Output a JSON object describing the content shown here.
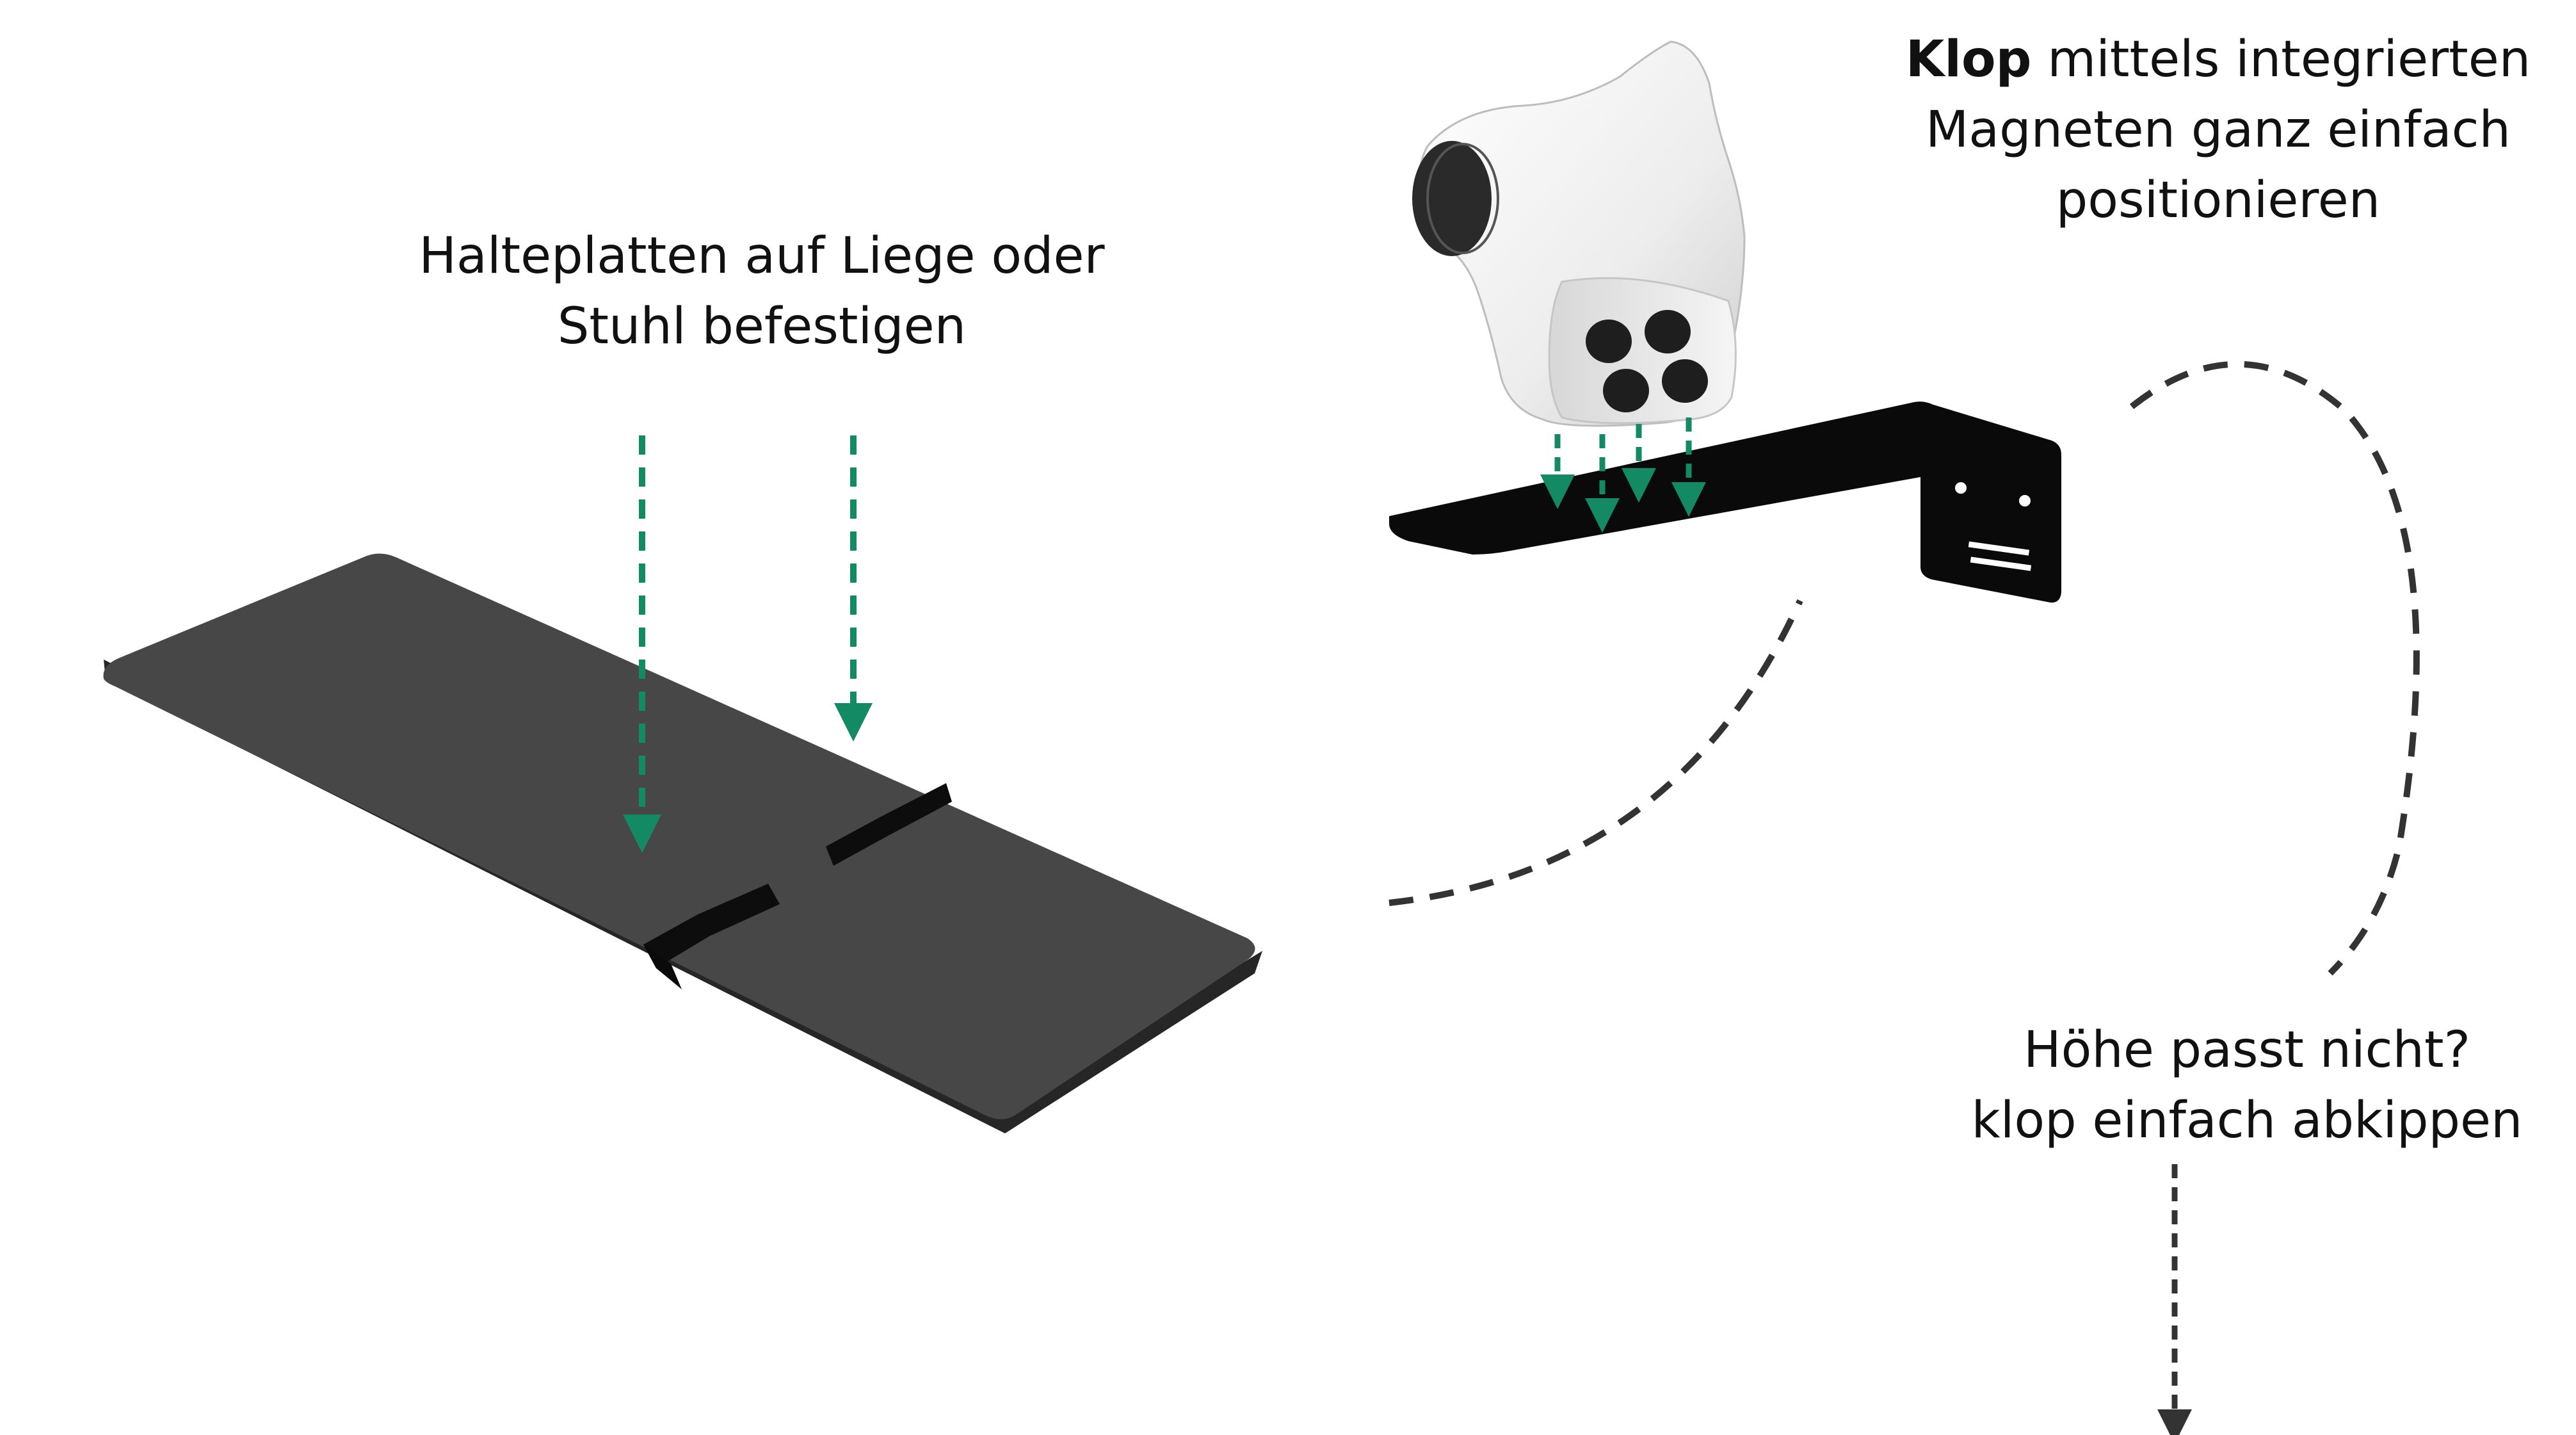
{
  "labels": {
    "mount_instruction": {
      "line1": "Halteplatten auf Liege oder",
      "line2": "Stuhl befestigen"
    },
    "klop_instruction": {
      "brand": "Klop",
      "line1_rest": " mittels integrierten",
      "line2": "Magneten ganz einfach",
      "line3": "positionieren"
    },
    "height_instruction": {
      "line1": "Höhe passt nicht?",
      "line2": "klop einfach abkippen"
    }
  },
  "colors": {
    "board": "#3f3f3f",
    "bracket": "#0a0a0a",
    "green_arrow": "#138a63",
    "dark_dash": "#333333",
    "device_body": "#f2f2f2",
    "magnet": "#1e1e1e"
  }
}
